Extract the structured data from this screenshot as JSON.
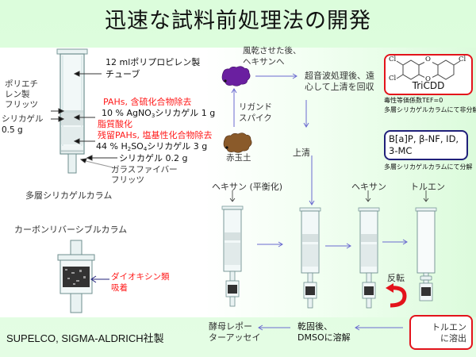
{
  "title": "迅速な試料前処理法の開発",
  "left_panel": {
    "tube_label_line1": "12 mlポリプロピレン製",
    "tube_label_line2": "チューブ",
    "frit_label_line1": "ポリエチ",
    "frit_label_line2": "レン製",
    "frit_label_line3": "フリッツ",
    "silica_left_line1": "シリカゲル",
    "silica_left_line2": "0.5 g",
    "pahs_removal": "PAHs, 含硫化合物除去",
    "agno3_layer_prefix": "10 % AgNO",
    "agno3_layer_sub": "3",
    "agno3_layer_suffix": "シリカゲル 1 g",
    "lipid_oxidation": "脂質酸化",
    "residual_removal": "残留PAHs, 塩基性化合物除去",
    "h2so4_layer_prefix": "44 % H",
    "h2so4_layer_sub1": "2",
    "h2so4_layer_mid": "SO",
    "h2so4_layer_sub2": "4",
    "h2so4_layer_suffix": "シリカゲル 3 g",
    "silica_bottom": "シリカゲル 0.2 g",
    "glass_frit_line1": "ガラスファイバー",
    "glass_frit_line2": "フリッツ",
    "multilayer_caption": "多層シリカゲルカラム",
    "carbon_caption": "カーボンリバーシブルカラム",
    "dioxin_line1": "ダイオキシン類",
    "dioxin_line2": "吸着"
  },
  "footer": "SUPELCO, SIGMA-ALDRICH社製",
  "flow": {
    "air_dry_line1": "風乾させた後、",
    "air_dry_line2": "ヘキサンへ",
    "ultrasonic_line1": "超音波処理後、遠",
    "ultrasonic_line2": "心して上清を回収",
    "ligand_line1": "リガンド",
    "ligand_line2": "スパイク",
    "red_soil": "赤玉土",
    "supernatant": "上清",
    "hexane_equil": "ヘキサン (平衡化)",
    "hexane": "ヘキサン",
    "toluene": "トルエン",
    "invert": "反転",
    "toluene_elute_line1": "トルエン",
    "toluene_elute_line2": "に溶出",
    "dry_line1": "乾固後、",
    "dry_line2": "DMSOに溶解",
    "yeast_line1": "酵母レポー",
    "yeast_line2": "ターアッセイ"
  },
  "tricdd": {
    "name": "TriCDD",
    "atoms": [
      "Cl",
      "Cl",
      "Cl",
      "O",
      "O"
    ],
    "note_line1": "毒性等価係数TEF=0",
    "note_line2": "多層シリカゲルカラムにて非分解"
  },
  "bap_box": {
    "line1": "B[a]P, β-NF, ID,",
    "line2": "3-MC",
    "note": "多層シリカゲルカラムにて分解"
  },
  "colors": {
    "accent_red": "#e3131b",
    "navy": "#20207a",
    "arrow_blue": "#6a6ad0",
    "purple_soil": "#6a1fa0",
    "brown_soil": "#8a5a2a"
  }
}
